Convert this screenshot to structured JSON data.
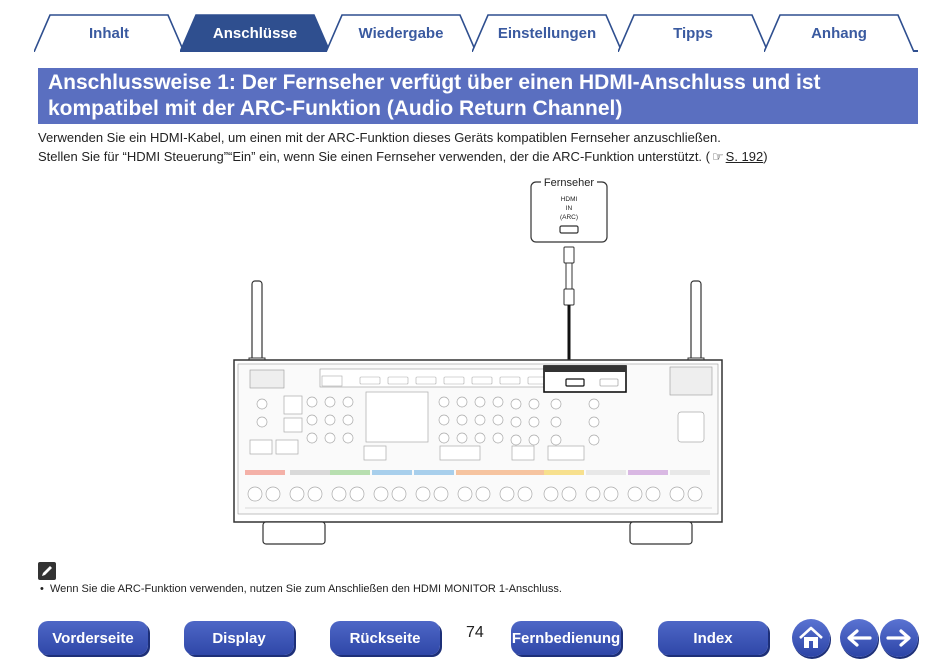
{
  "tabs": [
    {
      "label": "Inhalt",
      "active": false
    },
    {
      "label": "Anschlüsse",
      "active": true
    },
    {
      "label": "Wiedergabe",
      "active": false
    },
    {
      "label": "Einstellungen",
      "active": false
    },
    {
      "label": "Tipps",
      "active": false
    },
    {
      "label": "Anhang",
      "active": false
    }
  ],
  "heading": {
    "line1": "Anschlussweise 1: Der Fernseher verfügt über einen HDMI-Anschluss und ist",
    "line2": "kompatibel mit der ARC-Funktion (Audio Return Channel)"
  },
  "body": {
    "para1": "Verwenden Sie ein HDMI-Kabel, um einen mit der ARC-Funktion dieses Geräts kompatiblen Fernseher anzuschließen.",
    "para2_text": "Stellen Sie für “HDMI Steuerung”“Ein” ein, wenn Sie einen Fernseher verwenden, der die ARC-Funktion unterstützt.  (",
    "para2_link": "S. 192",
    "para2_end": ")"
  },
  "diagram": {
    "tv_label": "Fernseher",
    "tv_port_line1": "HDMI",
    "tv_port_line2": "IN",
    "tv_port_line3": "(ARC)"
  },
  "note": {
    "text": "Wenn Sie die ARC-Funktion verwenden, nutzen Sie zum Anschließen den HDMI MONITOR 1-Anschluss."
  },
  "footer": {
    "buttons": [
      "Vorderseite",
      "Display",
      "Rückseite",
      "Fernbedienung",
      "Index"
    ],
    "page_number": "74"
  },
  "colors": {
    "tab_blue": "#3a5aa0",
    "heading_bg": "#5a6fc0",
    "button_blue": "#2f47a8"
  }
}
